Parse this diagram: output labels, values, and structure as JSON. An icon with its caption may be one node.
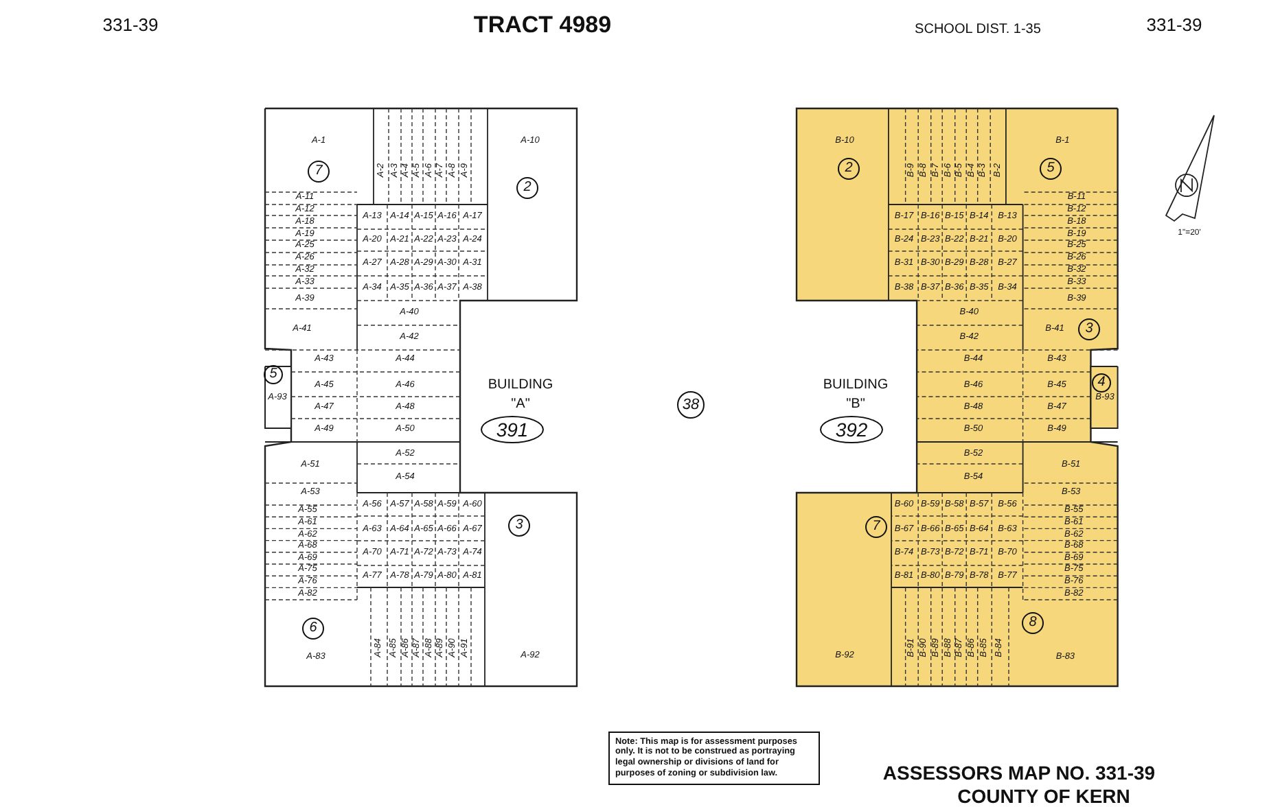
{
  "diagram": {
    "nodes": [
      {
        "text": [
          "7"
        ]
      },
      {
        "text": [
          "2"
        ]
      },
      {
        "text": [
          "5"
        ]
      },
      {
        "text": [
          "3"
        ]
      },
      {
        "text": [
          "6"
        ]
      },
      {
        "text": [
          "391"
        ]
      },
      {
        "text": [
          "38"
        ]
      },
      {
        "text": [
          "392"
        ]
      },
      {
        "text": [
          "2"
        ]
      },
      {
        "text": [
          "5"
        ]
      },
      {
        "text": [
          "3"
        ]
      },
      {
        "text": [
          "4"
        ]
      },
      {
        "text": [
          "7"
        ]
      },
      {
        "text": [
          "8"
        ]
      },
      {
        "text": [
          "Note: This map is for assessment purposes only. It is not to be construed as portraying legal ownership or divisions of land for purposes of zoning or subdivision law."
        ]
      }
    ],
    "labels": [
      "331-39",
      "TRACT 4989",
      "SCHOOL DIST. 1-35",
      "331-39",
      "A-1",
      "A-2",
      "A-3",
      "A-4",
      "A-5",
      "A-6",
      "A-7",
      "A-8",
      "A-9",
      "A-10",
      "A-11",
      "A-12",
      "A-13",
      "A-14",
      "A-15",
      "A-16",
      "A-17",
      "A-18",
      "A-19",
      "A-20",
      "A-21",
      "A-22",
      "A-23",
      "A-24",
      "A-25",
      "A-26",
      "A-27",
      "A-28",
      "A-29",
      "A-30",
      "A-31",
      "A-32",
      "A-33",
      "A-34",
      "A-35",
      "A-36",
      "A-37",
      "A-38",
      "A-39",
      "A-40",
      "A-41",
      "A-42",
      "A-43",
      "A-44",
      "A-45",
      "A-46",
      "A-47",
      "A-48",
      "A-49",
      "A-50",
      "A-51",
      "A-52",
      "A-53",
      "A-54",
      "A-55",
      "A-56",
      "A-57",
      "A-58",
      "A-59",
      "A-60",
      "A-61",
      "A-62",
      "A-63",
      "A-64",
      "A-65",
      "A-66",
      "A-67",
      "A-68",
      "A-69",
      "A-70",
      "A-71",
      "A-72",
      "A-73",
      "A-74",
      "A-75",
      "A-76",
      "A-77",
      "A-78",
      "A-79",
      "A-80",
      "A-81",
      "A-82",
      "A-83",
      "A-84",
      "A-85",
      "A-86",
      "A-87",
      "A-88",
      "A-89",
      "A-90",
      "A-91",
      "A-92",
      "A-93",
      "BUILDING \"A\"",
      "B-1",
      "B-2",
      "B-3",
      "B-4",
      "B-5",
      "B-6",
      "B-7",
      "B-8",
      "B-9",
      "B-10",
      "B-11",
      "B-12",
      "B-13",
      "B-14",
      "B-15",
      "B-16",
      "B-17",
      "B-18",
      "B-19",
      "B-20",
      "B-21",
      "B-22",
      "B-23",
      "B-24",
      "B-25",
      "B-26",
      "B-27",
      "B-28",
      "B-29",
      "B-30",
      "B-31",
      "B-32",
      "B-33",
      "B-34",
      "B-35",
      "B-36",
      "B-37",
      "B-38",
      "B-39",
      "B-40",
      "B-41",
      "B-42",
      "B-43",
      "B-44",
      "B-45",
      "B-46",
      "B-47",
      "B-48",
      "B-49",
      "B-50",
      "B-51",
      "B-52",
      "B-53",
      "B-54",
      "B-55",
      "B-56",
      "B-57",
      "B-58",
      "B-59",
      "B-60",
      "B-61",
      "B-62",
      "B-63",
      "B-64",
      "B-65",
      "B-66",
      "B-67",
      "B-68",
      "B-69",
      "B-70",
      "B-71",
      "B-72",
      "B-73",
      "B-74",
      "B-75",
      "B-76",
      "B-77",
      "B-78",
      "B-79",
      "B-80",
      "B-81",
      "B-82",
      "B-83",
      "B-84",
      "B-85",
      "B-86",
      "B-87",
      "B-88",
      "B-89",
      "B-90",
      "B-91",
      "B-92",
      "B-93",
      "BUILDING \"B\"",
      "1\"=20'",
      "ASSESSORS MAP NO. 331-39",
      "COUNTY OF KERN"
    ]
  }
}
